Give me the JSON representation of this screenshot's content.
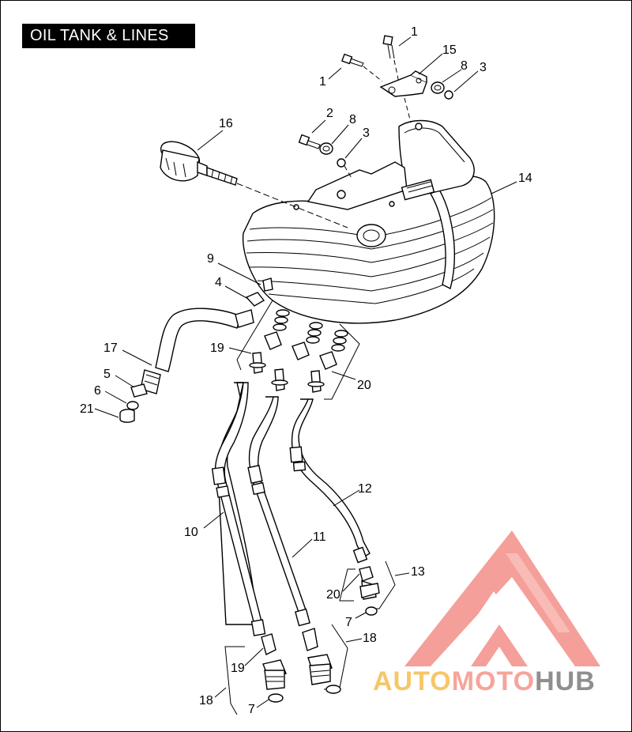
{
  "title": "OIL TANK & LINES",
  "callouts": [
    {
      "id": "c1a",
      "text": "1"
    },
    {
      "id": "c1b",
      "text": "1"
    },
    {
      "id": "c15",
      "text": "15"
    },
    {
      "id": "c8a",
      "text": "8"
    },
    {
      "id": "c3a",
      "text": "3"
    },
    {
      "id": "c2",
      "text": "2"
    },
    {
      "id": "c8b",
      "text": "8"
    },
    {
      "id": "c3b",
      "text": "3"
    },
    {
      "id": "c16",
      "text": "16"
    },
    {
      "id": "c14",
      "text": "14"
    },
    {
      "id": "c9",
      "text": "9"
    },
    {
      "id": "c4",
      "text": "4"
    },
    {
      "id": "c17",
      "text": "17"
    },
    {
      "id": "c19a",
      "text": "19"
    },
    {
      "id": "c20a",
      "text": "20"
    },
    {
      "id": "c5",
      "text": "5"
    },
    {
      "id": "c6",
      "text": "6"
    },
    {
      "id": "c21",
      "text": "21"
    },
    {
      "id": "c12",
      "text": "12"
    },
    {
      "id": "c10",
      "text": "10"
    },
    {
      "id": "c11",
      "text": "11"
    },
    {
      "id": "c13",
      "text": "13"
    },
    {
      "id": "c20b",
      "text": "20"
    },
    {
      "id": "c7a",
      "text": "7"
    },
    {
      "id": "c18a",
      "text": "18"
    },
    {
      "id": "c19b",
      "text": "19"
    },
    {
      "id": "c18b",
      "text": "18"
    },
    {
      "id": "c7b",
      "text": "7"
    }
  ],
  "watermark": {
    "part1": "AUTO",
    "part2": "MOTO",
    "part3": "HUB",
    "colors": {
      "auto": "#f6c768",
      "moto": "#f6a49b",
      "hub": "#8f8f8f",
      "triangle": "#f38f88"
    }
  }
}
